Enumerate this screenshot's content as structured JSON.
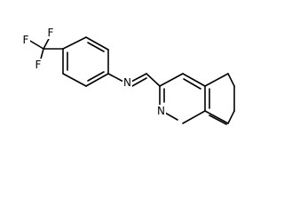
{
  "molecule": {
    "atom_labels": {
      "f1": "F",
      "f2": "F",
      "f3": "F",
      "imine_n": "N",
      "ring_n": "N"
    }
  }
}
